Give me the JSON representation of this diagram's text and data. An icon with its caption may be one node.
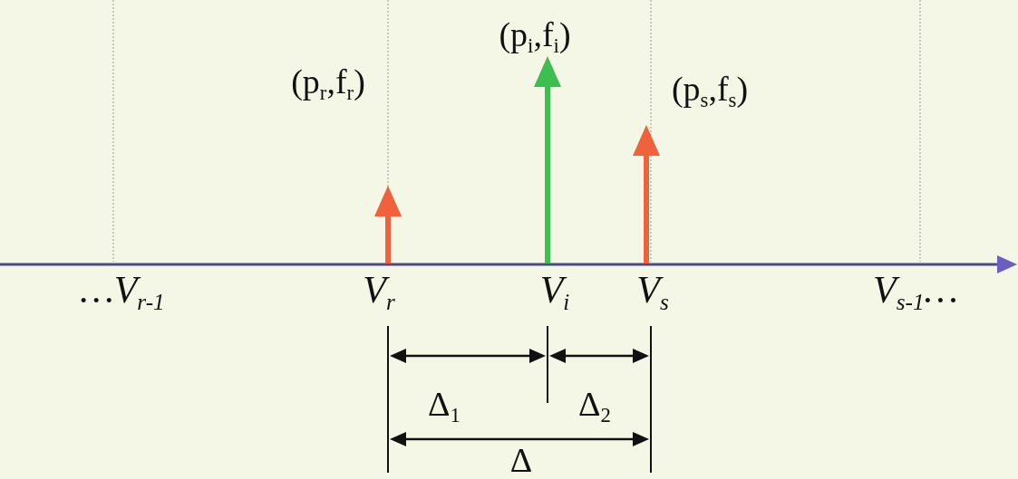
{
  "diagram": {
    "labels": [
      "(p$_{i}$,f$_{i}$)",
      "(p$_{r}$,f$_{r}$)",
      "(p$_{s}$,f$_{s}$)",
      "…V$_{r-1}$",
      "V$_{r}$",
      "V$_{i}$",
      "V$_{s}$",
      "V$_{s-1}$…",
      "Δ$_{1}$",
      "Δ$_{2}$",
      "Δ"
    ]
  }
}
